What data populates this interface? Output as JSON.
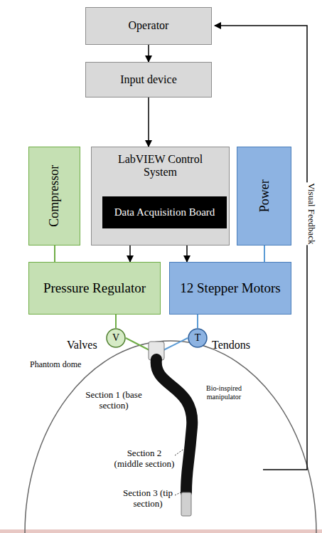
{
  "diagram": {
    "nodes": [
      {
        "text": [
          "Operator"
        ]
      },
      {
        "text": [
          "Input device"
        ]
      },
      {
        "text": [
          "LabVIEW Control System"
        ]
      },
      {
        "text": [
          "Data Acquisition Board"
        ],
        "in": 2
      },
      {
        "text": [
          "Compressor"
        ]
      },
      {
        "text": [
          "Power"
        ]
      },
      {
        "text": [
          "Pressure Regulator"
        ]
      },
      {
        "text": [
          "12 Stepper Motors"
        ]
      },
      {
        "text": [
          "V"
        ]
      },
      {
        "text": [
          "T"
        ]
      }
    ],
    "edges": [
      {
        "from": 0,
        "to": 1,
        "arrow": "to"
      },
      {
        "from": 1,
        "to": 2,
        "arrow": "to"
      },
      {
        "from": 4,
        "to": 6,
        "arrow": "none"
      },
      {
        "from": 3,
        "to": 6,
        "arrow": "to"
      },
      {
        "from": 3,
        "to": 7,
        "arrow": "to"
      },
      {
        "from": 5,
        "to": 7,
        "arrow": "none"
      },
      {
        "from": 6,
        "to": 8,
        "arrow": "none"
      },
      {
        "from": 7,
        "to": 9,
        "arrow": "none"
      }
    ],
    "labels": [
      "Visual Feedback",
      "Valves",
      "Tendons",
      "Phantom dome",
      "Section 1 (base section)",
      "Bio-inspired manipulator",
      "Section 2 (middle section)",
      "Section 3 (tip section)"
    ]
  }
}
